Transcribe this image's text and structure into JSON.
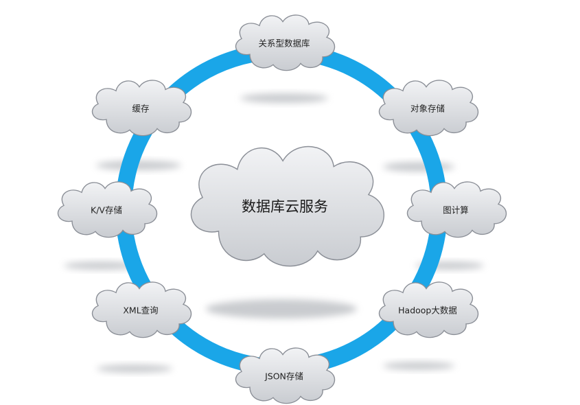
{
  "center": {
    "label": "数据库云服务"
  },
  "nodes": [
    {
      "id": "relational-db",
      "label": "关系型数据库"
    },
    {
      "id": "object-storage",
      "label": "对象存储"
    },
    {
      "id": "graph-compute",
      "label": "图计算"
    },
    {
      "id": "hadoop-bigdata",
      "label": "Hadoop大数据"
    },
    {
      "id": "json-storage",
      "label": "JSON存储"
    },
    {
      "id": "xml-query",
      "label": "XML查询"
    },
    {
      "id": "kv-storage",
      "label": "K/V存储"
    },
    {
      "id": "cache",
      "label": "缓存"
    }
  ],
  "colors": {
    "ring": "#1aa6e8",
    "cloud_fill_top": "#f2f3f5",
    "cloud_fill_bottom": "#c9ccd1",
    "cloud_stroke": "#8a8e96",
    "shadow": "#9ea2a8"
  }
}
